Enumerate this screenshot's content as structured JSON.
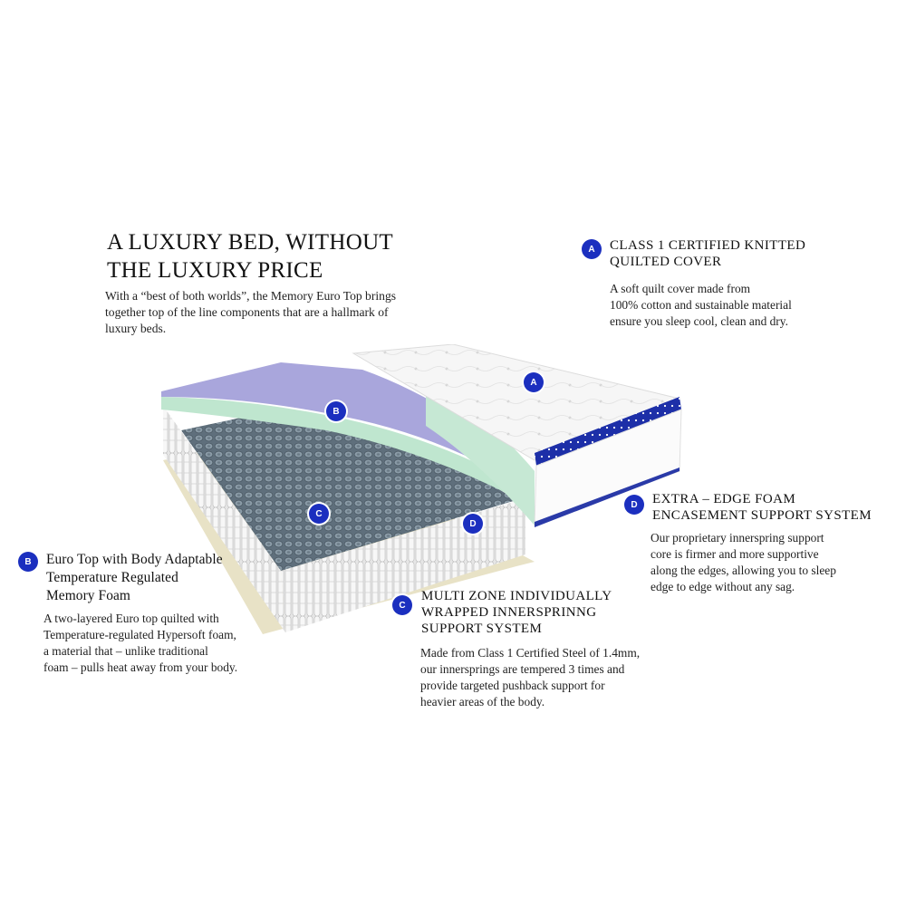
{
  "headline": {
    "line1": "A LUXURY BED, WITHOUT",
    "line2": "THE LUXURY PRICE",
    "intro_lines": [
      "With a “best of both worlds”, the Memory Euro Top brings",
      "together top of the line components that are a hallmark of",
      "luxury beds."
    ]
  },
  "features": {
    "a": {
      "badge": "A",
      "title_lines": [
        "CLASS 1 CERTIFIED KNITTED",
        "QUILTED COVER"
      ],
      "desc_lines": [
        "A soft quilt cover made from",
        "100% cotton and sustainable material",
        "ensure you sleep cool, clean and dry."
      ]
    },
    "b": {
      "badge": "B",
      "title_lines": [
        "Euro Top with Body Adaptable",
        "Temperature Regulated",
        "Memory Foam"
      ],
      "desc_lines": [
        "A two-layered Euro top quilted with",
        "Temperature-regulated Hypersoft foam,",
        "a material that – unlike traditional",
        "foam – pulls heat away from your body."
      ]
    },
    "c": {
      "badge": "C",
      "title_lines": [
        "MULTI ZONE INDIVIDUALLY",
        "WRAPPED INNERSPRINNG",
        "SUPPORT SYSTEM"
      ],
      "desc_lines": [
        "Made from Class 1 Certified Steel of 1.4mm,",
        "our innersprings are tempered 3 times and",
        "provide targeted pushback support for",
        "heavier areas of the body."
      ]
    },
    "d": {
      "badge": "D",
      "title_lines": [
        "EXTRA – EDGE FOAM",
        "ENCASEMENT SUPPORT SYSTEM"
      ],
      "desc_lines": [
        "Our proprietary innerspring support",
        "core is firmer and more supportive",
        "along the edges, allowing you to sleep",
        "edge to edge without any sag."
      ]
    }
  },
  "image_badges": {
    "a": "A",
    "b": "B",
    "c": "C",
    "d": "D"
  },
  "colors": {
    "badge": "#1b2fbf",
    "memory_foam": "#a9a6dc",
    "gel_foam": "#bfe6cf",
    "coils": "#7d8d99",
    "cover": "#f4f4f4",
    "piping": "#1d2fa8",
    "base": "#e8e2c6"
  }
}
